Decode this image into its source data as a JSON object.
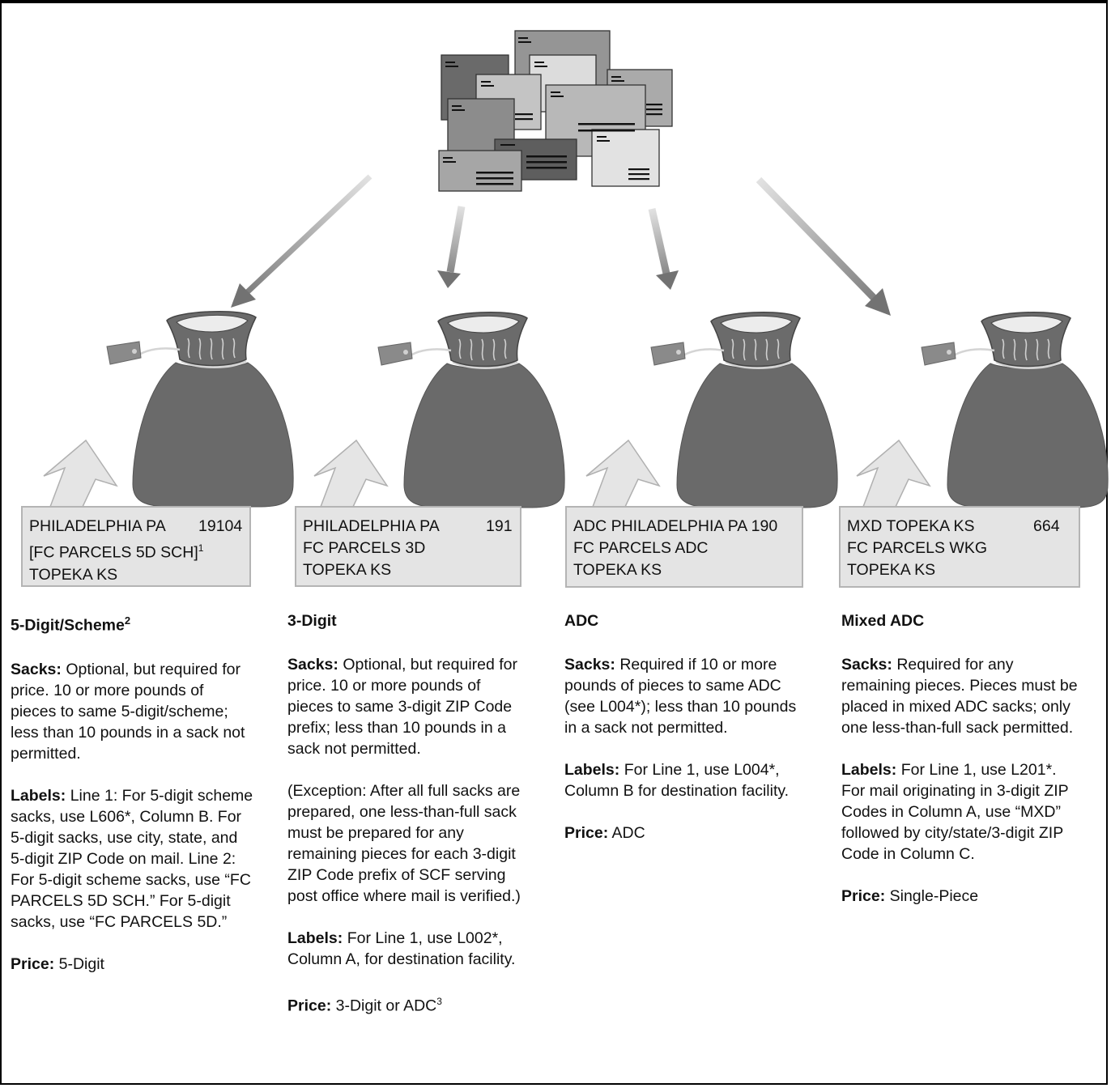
{
  "columns": [
    {
      "label_lines": [
        "PHILADELPHIA PA",
        "[FC PARCELS 5D SCH]",
        "TOPEKA KS"
      ],
      "label_zip": "19104",
      "label_sup": "1",
      "heading": "5-Digit/Scheme",
      "heading_sup": "2",
      "sacks_title": "Sacks:",
      "sacks_text": "Optional, but required for price. 10 or more pounds of pieces to same 5-digit/scheme; less than 10 pounds in a sack not permitted.",
      "labels_title": "Labels:",
      "labels_text": "Line 1: For 5-digit scheme sacks, use L606*, Column B. For 5-digit sacks, use city, state, and 5-digit ZIP Code on mail. Line 2: For 5-digit scheme sacks, use “FC PARCELS 5D SCH.” For 5-digit sacks, use “FC PARCELS 5D.”",
      "price_title": "Price:",
      "price_text": "5-Digit"
    },
    {
      "label_lines": [
        "PHILADELPHIA PA",
        "FC PARCELS 3D",
        "TOPEKA KS"
      ],
      "label_zip": "191",
      "heading": "3-Digit",
      "sacks_title": "Sacks:",
      "sacks_text": "Optional, but required for price. 10 or more pounds of pieces to same 3-digit ZIP Code prefix; less than 10 pounds in a sack not permitted.",
      "exception_text": "(Exception: After all full sacks are prepared, one less-than-full sack must be prepared for any remaining pieces for each 3-digit ZIP Code prefix of SCF serving post office where mail is verified.)",
      "labels_title": "Labels:",
      "labels_text": "For Line 1, use L002*, Column A, for destination facility.",
      "price_title": "Price:",
      "price_text": "3-Digit or ADC",
      "price_sup": "3"
    },
    {
      "label_lines": [
        "ADC PHILADELPHIA PA 190",
        "FC PARCELS ADC",
        "TOPEKA KS"
      ],
      "heading": "ADC",
      "sacks_title": "Sacks:",
      "sacks_text": "Required if 10 or more pounds of pieces to same ADC (see L004*); less than 10 pounds in a sack not permitted.",
      "labels_title": "Labels:",
      "labels_text": "For Line 1, use L004*, Column B for destination facility.",
      "price_title": "Price:",
      "price_text": "ADC"
    },
    {
      "label_lines": [
        "MXD TOPEKA KS",
        "FC PARCELS WKG",
        "TOPEKA KS"
      ],
      "label_zip": "664",
      "heading": "Mixed ADC",
      "sacks_title": "Sacks:",
      "sacks_text": "Required for any remaining pieces. Pieces must be placed in mixed ADC sacks; only one less-than-full sack permitted.",
      "labels_title": "Labels:",
      "labels_text": "For Line 1, use L201*. For mail originating in 3-digit ZIP Codes in Column A, use “MXD” followed by city/state/3-digit ZIP Code in Column C.",
      "price_title": "Price:",
      "price_text": "Single-Piece"
    }
  ]
}
